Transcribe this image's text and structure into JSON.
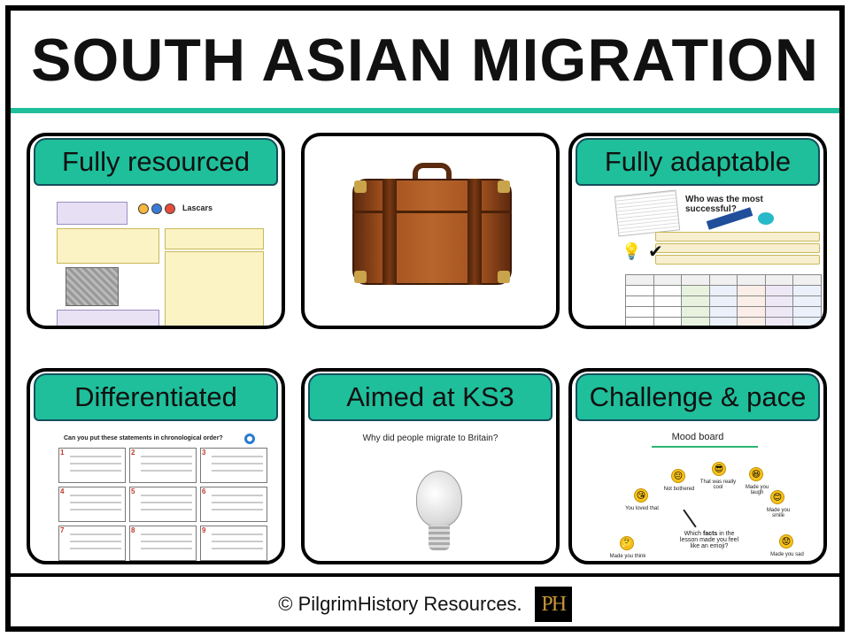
{
  "title": "SOUTH ASIAN MIGRATION",
  "cards": [
    {
      "label": "Fully resourced",
      "worksheet_title": "Lascars"
    },
    {
      "label": ""
    },
    {
      "label": "Fully adaptable",
      "question": "Who was the most successful?"
    },
    {
      "label": "Differentiated",
      "question": "Can you put these statements in chronological order?",
      "numbers": [
        "1",
        "2",
        "3",
        "4",
        "5",
        "6",
        "7",
        "8",
        "9"
      ]
    },
    {
      "label": "Aimed at KS3",
      "question": "Why did people migrate to Britain?"
    },
    {
      "label": "Challenge & pace",
      "board_title": "Mood board",
      "center_prefix": "Which ",
      "center_bold": "facts",
      "center_suffix": " in the lesson made you feel like an emoji?",
      "moods": [
        "Not bothered",
        "That was really cool",
        "Made you laugh",
        "You loved that",
        "Made you smile",
        "Made you think",
        "Made you sad"
      ]
    }
  ],
  "footer": {
    "copyright": "© PilgrimHistory Resources.",
    "logo_text": "PH"
  },
  "colors": {
    "accent": "#1fbf9b",
    "border": "#000000"
  }
}
